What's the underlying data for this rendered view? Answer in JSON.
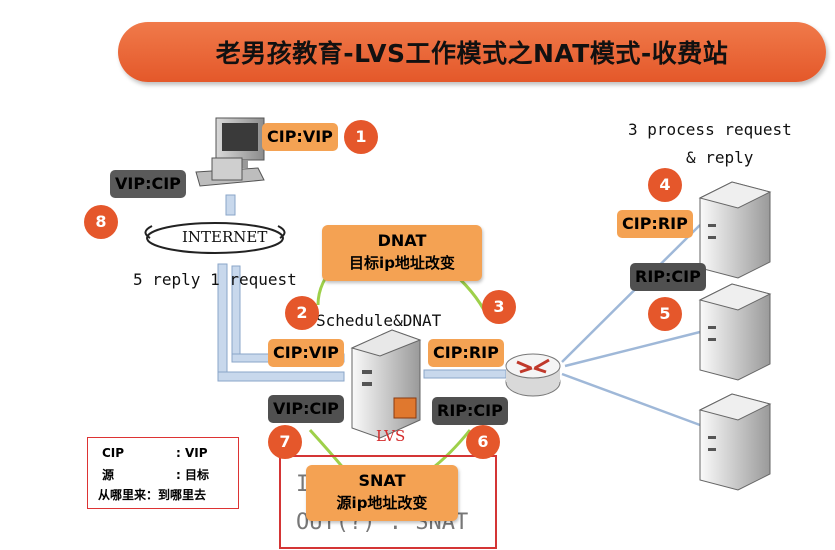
{
  "title": "老男孩教育-LVS工作模式之NAT模式-收费站",
  "labels": {
    "cip_vip_client": "CIP:VIP",
    "vip_cip_client": "VIP:CIP",
    "cip_vip_lvs": "CIP:VIP",
    "cip_rip_lvs": "CIP:RIP",
    "vip_cip_lvs": "VIP:CIP",
    "rip_cip_lvs": "RIP:CIP",
    "cip_rip_server": "CIP:RIP",
    "rip_cip_server": "RIP:CIP"
  },
  "steps": [
    "1",
    "2",
    "3",
    "4",
    "5",
    "6",
    "7",
    "8"
  ],
  "texts": {
    "internet": "INTERNET",
    "reply_request": "5 reply  1 request",
    "schedule": "Schedule&DNAT",
    "process_line1": "3 process request",
    "process_line2": "& reply",
    "lvs": "LVS",
    "box_text_line1": "I",
    "box_text_line2": "OUT(?) : SNAT"
  },
  "dnat": {
    "title": "DNAT",
    "subtitle": "目标ip地址改变"
  },
  "snat": {
    "title": "SNAT",
    "subtitle": "源ip地址改变"
  },
  "legend": {
    "row1_left": "CIP",
    "row1_right": ": VIP",
    "row2_left": "源",
    "row2_right": ": 目标",
    "row3": "从哪里来：到哪里去"
  },
  "colors": {
    "accent": "#e5572b",
    "tag_orange": "#f4a253",
    "tag_gray": "#505050",
    "arrow_green": "#9ed04a",
    "arrow_blue": "#9fb8d8"
  }
}
